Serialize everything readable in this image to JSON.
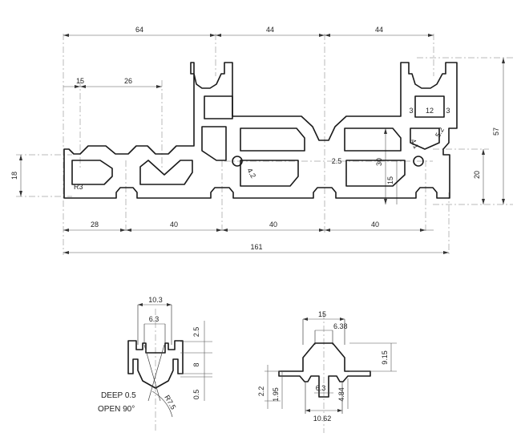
{
  "main_profile": {
    "top_dims": [
      "64",
      "44",
      "44"
    ],
    "upper_dims": [
      "15",
      "26"
    ],
    "right_dims": [
      "57",
      "30",
      "20",
      "15"
    ],
    "left_dim": "18",
    "bottom_dims": [
      "28",
      "40",
      "40",
      "40"
    ],
    "overall_width": "161",
    "inner_labels": [
      "12",
      "3",
      "3",
      "2.5",
      "4.1",
      "5.2",
      "R3",
      "4.2"
    ]
  },
  "slot_detail": {
    "dims": [
      "10.3",
      "6.3",
      "2.5",
      "8",
      "0.5",
      "R7.5"
    ],
    "notes": [
      "DEEP 0.5",
      "OPEN 90°"
    ]
  },
  "groove_detail": {
    "dims": [
      "15",
      "6.38",
      "9.15",
      "2.2",
      "1.95",
      "6.3",
      "4.84",
      "10.62"
    ]
  }
}
